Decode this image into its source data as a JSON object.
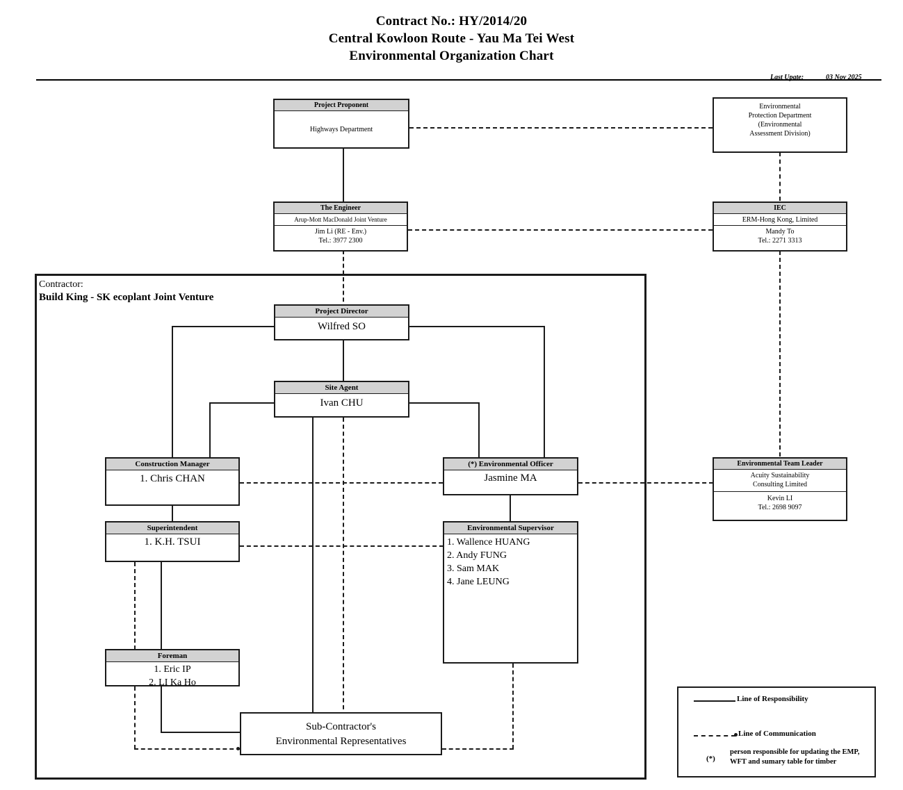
{
  "document": {
    "title_lines": [
      "Contract No.: HY/2014/20",
      "Central Kowloon Route - Yau Ma Tei West",
      "Environmental Organization Chart"
    ],
    "last_update_label": "Last Upate:",
    "last_update_date": "03 Nov 2025"
  },
  "contractor_frame": {
    "label_line1": "Contractor:",
    "label_line2": "Build King - SK ecoplant Joint Venture"
  },
  "nodes": {
    "project_proponent": {
      "header": "Project Proponent",
      "body": "Highways Department"
    },
    "epd": {
      "lines": [
        "Environmental",
        "Protection Department",
        "(Environmental",
        "Assessment Division)"
      ]
    },
    "engineer": {
      "header": "The Engineer",
      "company": "Arup-Mott MacDonald Joint Venture",
      "person": "Jim Li (RE - Env.)",
      "tel": "Tel.: 3977 2300"
    },
    "iec": {
      "header": "IEC",
      "company": "ERM-Hong Kong, Limited",
      "person": "Mandy To",
      "tel": "Tel.: 2271 3313"
    },
    "project_director": {
      "header": "Project Director",
      "body": "Wilfred SO"
    },
    "site_agent": {
      "header": "Site Agent",
      "body": "Ivan CHU"
    },
    "construction_manager": {
      "header": "Construction Manager",
      "items": [
        "1. Chris CHAN"
      ]
    },
    "environmental_officer": {
      "header": "(*) Environmental Officer",
      "body": "Jasmine MA"
    },
    "environmental_team_leader": {
      "header": "Environmental Team Leader",
      "company_line1": "Acuity Sustainability",
      "company_line2": "Consulting Limited",
      "person": "Kevin LI",
      "tel": "Tel.: 2698 9097"
    },
    "superintendent": {
      "header": "Superintendent",
      "items": [
        "1. K.H. TSUI"
      ]
    },
    "environmental_supervisor": {
      "header": "Environmental Supervisor",
      "items": [
        "1. Wallence HUANG",
        "2. Andy FUNG",
        "3. Sam MAK",
        "4. Jane LEUNG"
      ]
    },
    "foreman": {
      "header": "Foreman",
      "items": [
        "1. Eric IP",
        "2. LI Ka Ho"
      ]
    },
    "sub_contractor": {
      "line1": "Sub-Contractor's",
      "line2": "Environmental Representatives"
    }
  },
  "legend": {
    "responsibility": "Line of Responsibility",
    "communication": "Line of Communication",
    "asterisk": "(*)",
    "note": "person responsible for updating the EMP, WFT and sumary table for timber"
  },
  "colors": {
    "header_fill": "#d2d2d2",
    "line": "#1a1a1a",
    "background": "#ffffff"
  }
}
